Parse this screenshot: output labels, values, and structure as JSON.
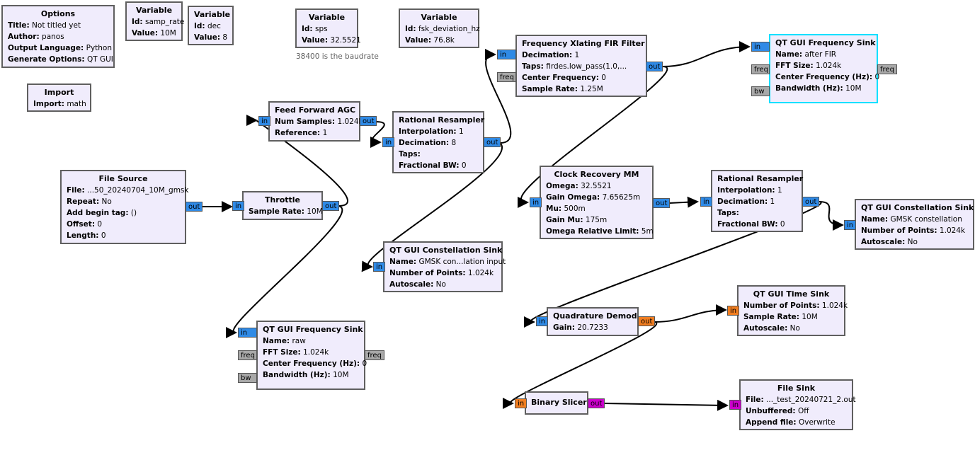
{
  "canvas": {
    "comment_baud": "38400 is the baudrate"
  },
  "blocks": {
    "options": {
      "title": "Options",
      "params": [
        {
          "k": "Title:",
          "v": "Not titled yet"
        },
        {
          "k": "Author:",
          "v": "panos"
        },
        {
          "k": "Output Language:",
          "v": "Python"
        },
        {
          "k": "Generate Options:",
          "v": "QT GUI"
        }
      ]
    },
    "var_samp_rate": {
      "title": "Variable",
      "params": [
        {
          "k": "Id:",
          "v": "samp_rate"
        },
        {
          "k": "Value:",
          "v": "10M"
        }
      ]
    },
    "var_dec": {
      "title": "Variable",
      "params": [
        {
          "k": "Id:",
          "v": "dec"
        },
        {
          "k": "Value:",
          "v": "8"
        }
      ]
    },
    "var_sps": {
      "title": "Variable",
      "params": [
        {
          "k": "Id:",
          "v": "sps"
        },
        {
          "k": "Value:",
          "v": "32.5521"
        }
      ]
    },
    "var_fsk": {
      "title": "Variable",
      "params": [
        {
          "k": "Id:",
          "v": "fsk_deviation_hz"
        },
        {
          "k": "Value:",
          "v": "76.8k"
        }
      ]
    },
    "import": {
      "title": "Import",
      "params": [
        {
          "k": "Import:",
          "v": "math"
        }
      ]
    },
    "file_source": {
      "title": "File Source",
      "params": [
        {
          "k": "File:",
          "v": "...50_20240704_10M_gmsk"
        },
        {
          "k": "Repeat:",
          "v": "No"
        },
        {
          "k": "Add begin tag:",
          "v": "()"
        },
        {
          "k": "Offset:",
          "v": "0"
        },
        {
          "k": "Length:",
          "v": "0"
        }
      ]
    },
    "throttle": {
      "title": "Throttle",
      "params": [
        {
          "k": "Sample Rate:",
          "v": "10M"
        }
      ]
    },
    "ff_agc": {
      "title": "Feed Forward AGC",
      "params": [
        {
          "k": "Num Samples:",
          "v": "1.024k"
        },
        {
          "k": "Reference:",
          "v": "1"
        }
      ]
    },
    "rat_resamp1": {
      "title": "Rational Resampler",
      "params": [
        {
          "k": "Interpolation:",
          "v": "1"
        },
        {
          "k": "Decimation:",
          "v": "8"
        },
        {
          "k": "Taps:",
          "v": ""
        },
        {
          "k": "Fractional BW:",
          "v": "0"
        }
      ]
    },
    "freq_xlating": {
      "title": "Frequency Xlating FIR Filter",
      "params": [
        {
          "k": "Decimation:",
          "v": "1"
        },
        {
          "k": "Taps:",
          "v": "firdes.low_pass(1.0,..."
        },
        {
          "k": "Center Frequency:",
          "v": "0"
        },
        {
          "k": "Sample Rate:",
          "v": "1.25M"
        }
      ]
    },
    "freq_sink_fir": {
      "title": "QT GUI Frequency Sink",
      "params": [
        {
          "k": "Name:",
          "v": "after FIR"
        },
        {
          "k": "FFT Size:",
          "v": "1.024k"
        },
        {
          "k": "Center Frequency (Hz):",
          "v": "0"
        },
        {
          "k": "Bandwidth (Hz):",
          "v": "10M"
        }
      ]
    },
    "clock_recovery": {
      "title": "Clock Recovery MM",
      "params": [
        {
          "k": "Omega:",
          "v": "32.5521"
        },
        {
          "k": "Gain Omega:",
          "v": "7.65625m"
        },
        {
          "k": "Mu:",
          "v": "500m"
        },
        {
          "k": "Gain Mu:",
          "v": "175m"
        },
        {
          "k": "Omega Relative Limit:",
          "v": "5m"
        }
      ]
    },
    "rat_resamp2": {
      "title": "Rational Resampler",
      "params": [
        {
          "k": "Interpolation:",
          "v": "1"
        },
        {
          "k": "Decimation:",
          "v": "1"
        },
        {
          "k": "Taps:",
          "v": ""
        },
        {
          "k": "Fractional BW:",
          "v": "0"
        }
      ]
    },
    "const_sink_gmsk": {
      "title": "QT GUI Constellation Sink",
      "params": [
        {
          "k": "Name:",
          "v": "GMSK constellation"
        },
        {
          "k": "Number of Points:",
          "v": "1.024k"
        },
        {
          "k": "Autoscale:",
          "v": "No"
        }
      ]
    },
    "const_sink_input": {
      "title": "QT GUI Constellation Sink",
      "params": [
        {
          "k": "Name:",
          "v": "GMSK con...lation input"
        },
        {
          "k": "Number of Points:",
          "v": "1.024k"
        },
        {
          "k": "Autoscale:",
          "v": "No"
        }
      ]
    },
    "quad_demod": {
      "title": "Quadrature Demod",
      "params": [
        {
          "k": "Gain:",
          "v": "20.7233"
        }
      ]
    },
    "time_sink": {
      "title": "QT GUI Time Sink",
      "params": [
        {
          "k": "Number of Points:",
          "v": "1.024k"
        },
        {
          "k": "Sample Rate:",
          "v": "10M"
        },
        {
          "k": "Autoscale:",
          "v": "No"
        }
      ]
    },
    "freq_sink_raw": {
      "title": "QT GUI Frequency Sink",
      "params": [
        {
          "k": "Name:",
          "v": "raw"
        },
        {
          "k": "FFT Size:",
          "v": "1.024k"
        },
        {
          "k": "Center Frequency (Hz):",
          "v": "0"
        },
        {
          "k": "Bandwidth (Hz):",
          "v": "10M"
        }
      ]
    },
    "binary_slicer": {
      "title": "Binary Slicer",
      "params": []
    },
    "file_sink": {
      "title": "File Sink",
      "params": [
        {
          "k": "File:",
          "v": "..._test_20240721_2.out"
        },
        {
          "k": "Unbuffered:",
          "v": "Off"
        },
        {
          "k": "Append file:",
          "v": "Overwrite"
        }
      ]
    }
  },
  "ports": {
    "in": "in",
    "out": "out",
    "freq": "freq",
    "bw": "bw"
  },
  "colors": {
    "block_bg": "#f0ecfc",
    "block_border": "#5f5f5f",
    "selected_border": "#00e0ff",
    "port_complex": "#2f8ae6",
    "port_float": "#f07d20",
    "port_byte": "#cc00cc",
    "port_message": "#a8a8a8"
  }
}
